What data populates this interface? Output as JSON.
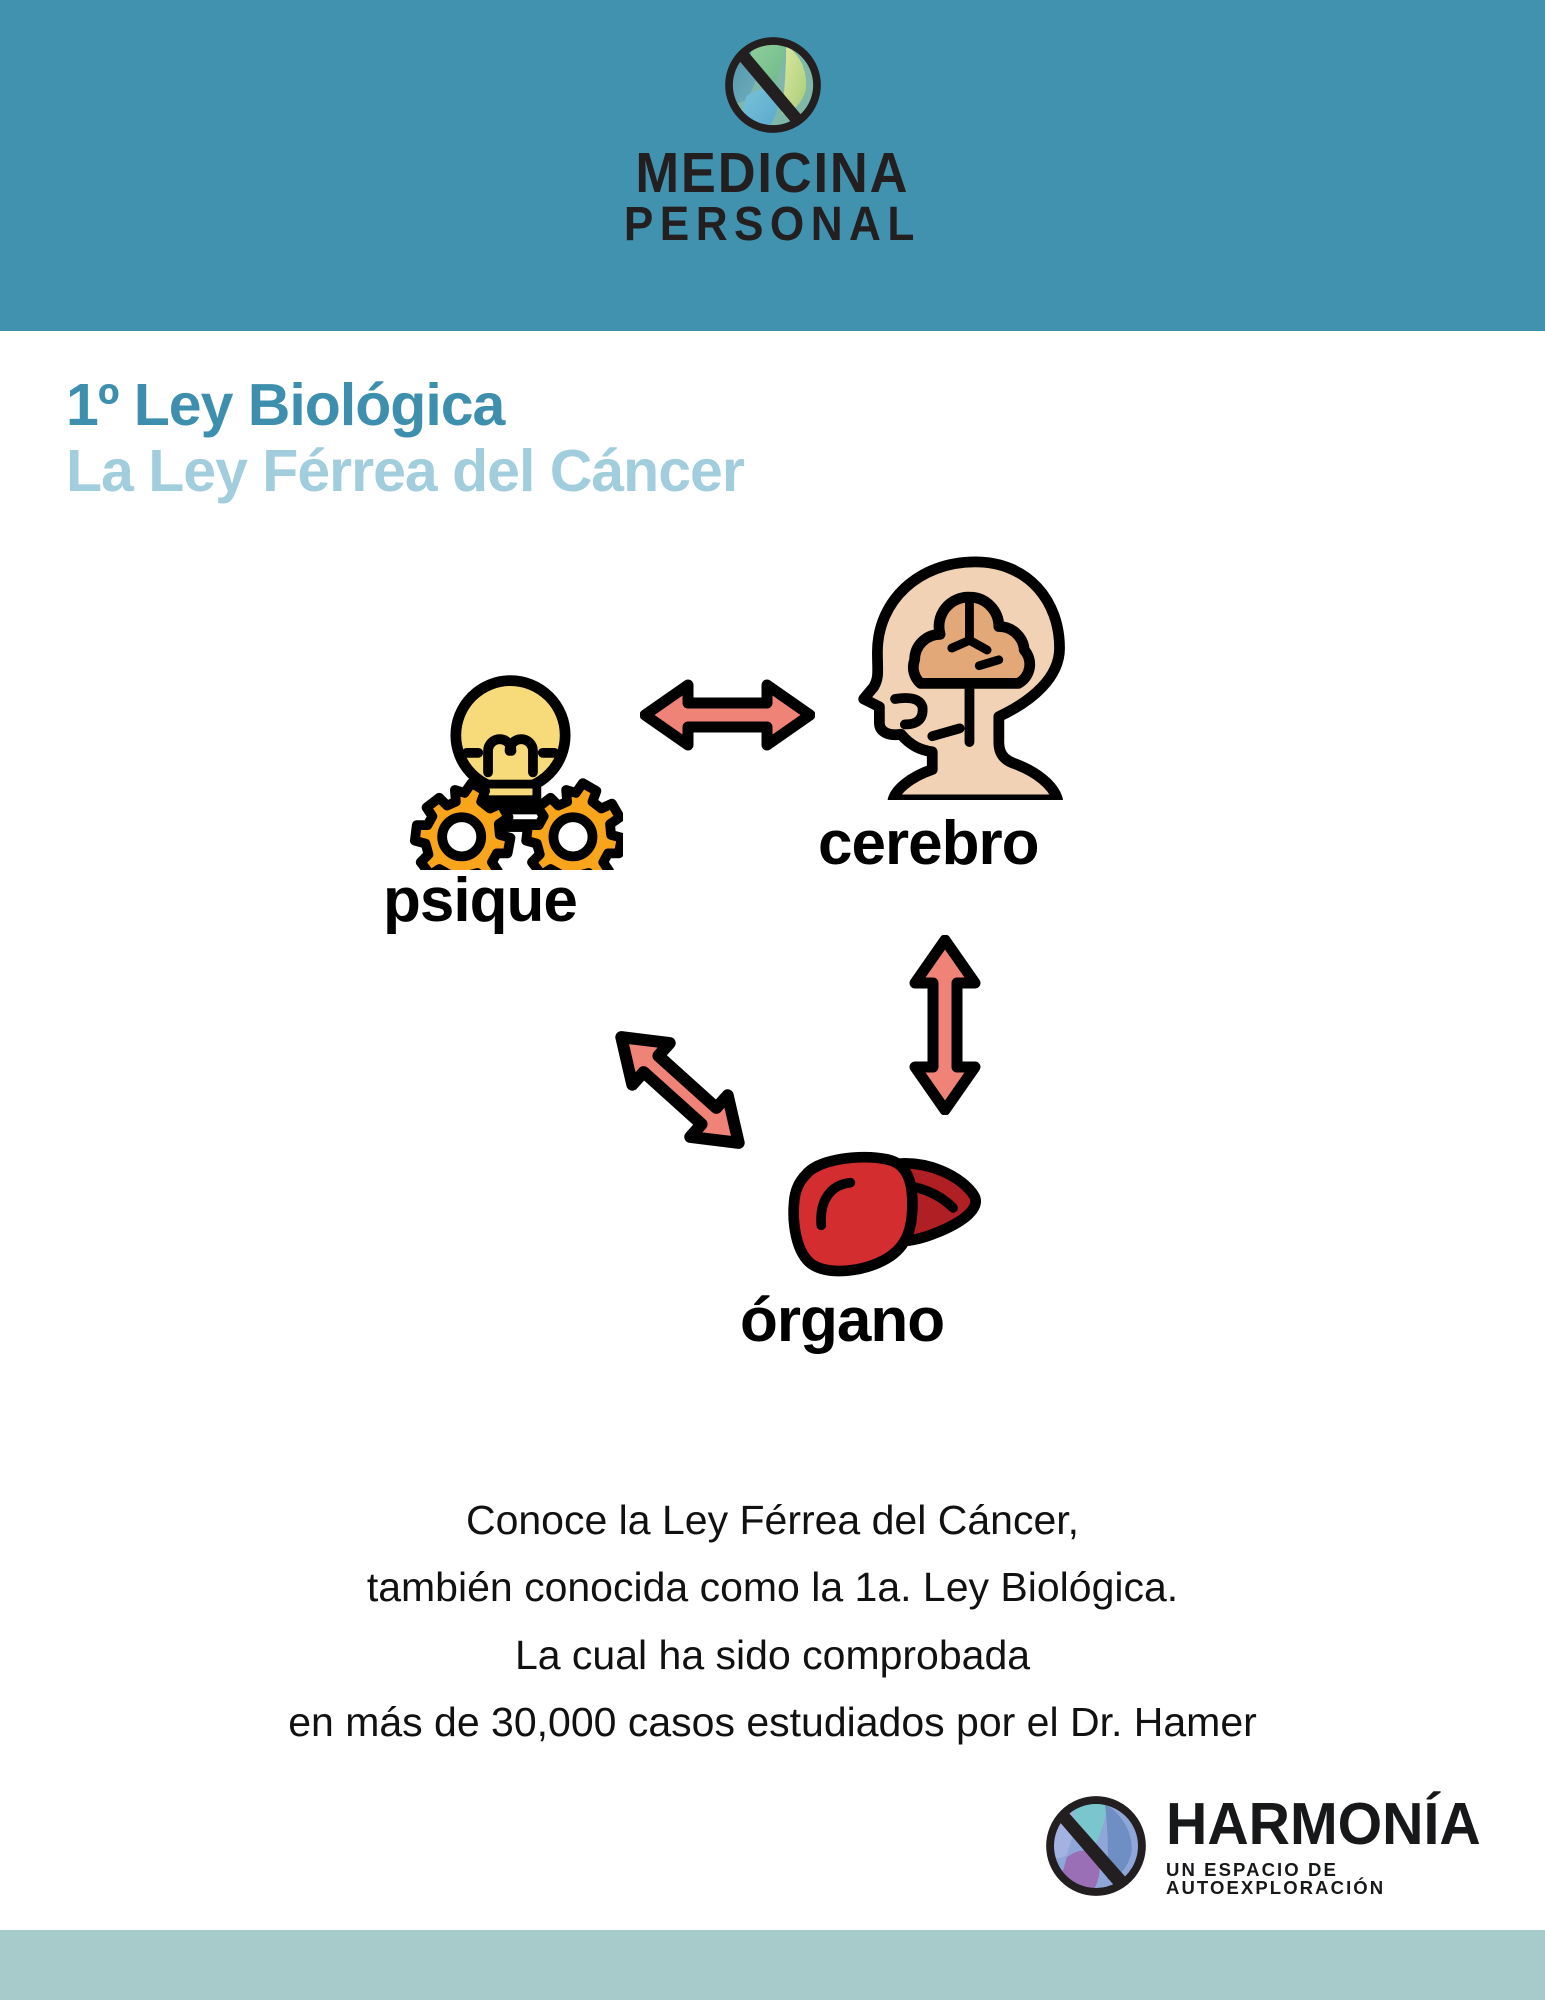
{
  "header": {
    "logo_icon": "medicina-personal-circle-logo",
    "brand_line1": "MEDICINA",
    "brand_line2": "PERSONAL",
    "background_color": "#4192AF"
  },
  "title": {
    "line1": "1º Ley Biológica",
    "line2": "La Ley Férrea del Cáncer",
    "line1_color": "#3E8FAD",
    "line2_color": "#A1CDDC"
  },
  "diagram": {
    "nodes": [
      {
        "id": "psique",
        "label": "psique",
        "icon": "lightbulb-gears-icon",
        "colors": {
          "bulb": "#F7DB7A",
          "gear": "#F8A51B",
          "outline": "#000000"
        }
      },
      {
        "id": "cerebro",
        "label": "cerebro",
        "icon": "head-brain-icon",
        "colors": {
          "skin": "#F2D2B4",
          "brain": "#E2A877",
          "outline": "#000000"
        }
      },
      {
        "id": "organo",
        "label": "órgano",
        "icon": "liver-icon",
        "colors": {
          "front_lobe": "#D32D2F",
          "back_lobe": "#B01F23",
          "outline": "#000000"
        }
      }
    ],
    "arrows": [
      {
        "id": "psique-cerebro",
        "from": "psique",
        "to": "cerebro",
        "direction": "bidirectional-horizontal"
      },
      {
        "id": "cerebro-organo",
        "from": "cerebro",
        "to": "organo",
        "direction": "bidirectional-vertical"
      },
      {
        "id": "psique-organo",
        "from": "psique",
        "to": "organo",
        "direction": "bidirectional-diagonal"
      }
    ],
    "arrow_color": "#F08377",
    "arrow_outline": "#000000"
  },
  "body_text": {
    "lines": [
      "Conoce la Ley Férrea del Cáncer,",
      "también conocida como la 1a. Ley Biológica.",
      "La cual ha sido comprobada",
      "en más de 30,000 casos estudiados por el Dr. Hamer"
    ]
  },
  "footer": {
    "logo_icon": "harmonia-circle-logo",
    "brand_name": "HARMONÍA",
    "tagline": "UN ESPACIO DE AUTOEXPLORACIÓN",
    "band_color": "#A7CBCB"
  }
}
